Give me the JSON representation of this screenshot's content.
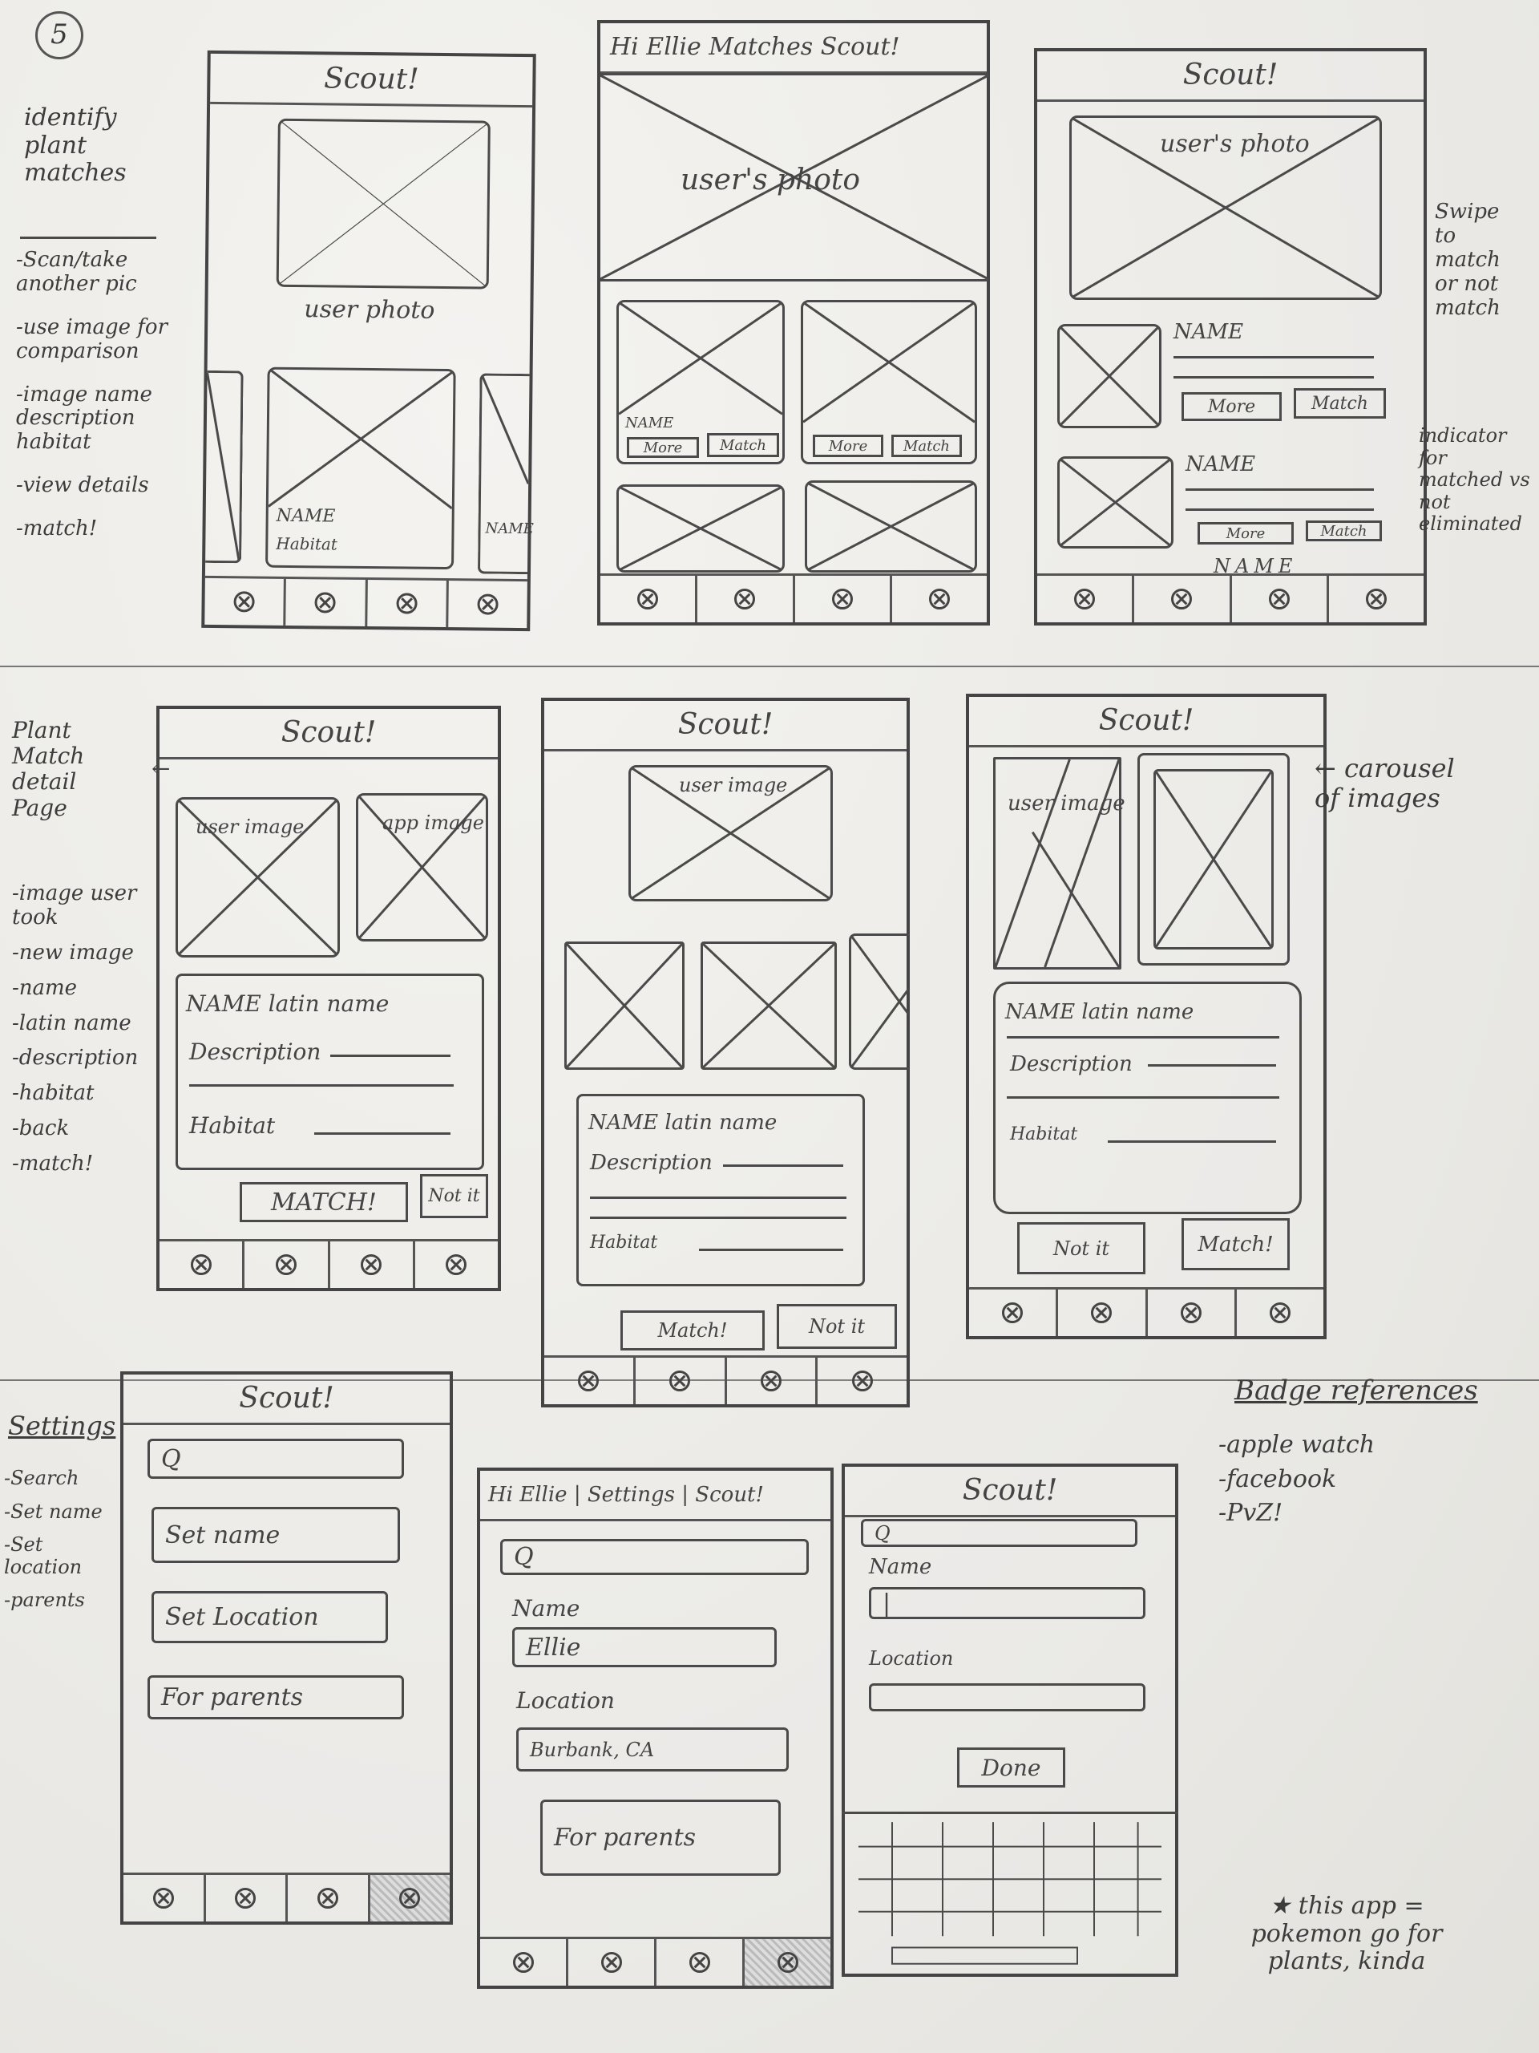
{
  "page": {
    "number": "5"
  },
  "sections": {
    "top": {
      "title": "identify plant matches",
      "notes": [
        "-Scan/take another pic",
        "-use image for comparison",
        "-image name description habitat",
        "-view details",
        "-match!"
      ]
    },
    "middle": {
      "title": "Plant Match detail Page",
      "notes": [
        "-image user took",
        "-new image",
        "-name",
        "-latin name",
        "-description",
        "-habitat",
        "-back",
        "-match!"
      ]
    },
    "bottom": {
      "title": "Settings",
      "notes": [
        "-Search",
        "-Set name",
        "-Set location",
        "-parents"
      ]
    }
  },
  "app": {
    "title": "Scout!"
  },
  "labels": {
    "user_photo": "user photo",
    "users_photo": "user's photo",
    "user_image": "user image",
    "app_image": "app image",
    "name": "NAME",
    "name_latin": "NAME latin name",
    "description": "Description",
    "habitat": "Habitat",
    "more": "More",
    "match": "Match",
    "match_caps": "MATCH!",
    "match_excl": "Match!",
    "not_it": "Not it",
    "search_glyph": "Q",
    "set_name": "Set name",
    "set_location": "Set Location",
    "for_parents": "For parents",
    "name_field": "Name",
    "location_field": "Location",
    "name_value": "Ellie",
    "location_value": "Burbank, CA",
    "done": "Done",
    "nav_tabs": "Hi Ellie | Settings | Scout!",
    "nav_tabs_top": "Hi Ellie Matches Scout!"
  },
  "side_notes": {
    "swipe": "Swipe to match or not match",
    "indicator": "indicator for matched vs not eliminated",
    "carousel": "← carousel of images",
    "badge_title": "Badge references",
    "badges": [
      "-apple watch",
      "-facebook",
      "-PvZ!"
    ],
    "footer": "★ this app = pokemon go for plants, kinda"
  }
}
